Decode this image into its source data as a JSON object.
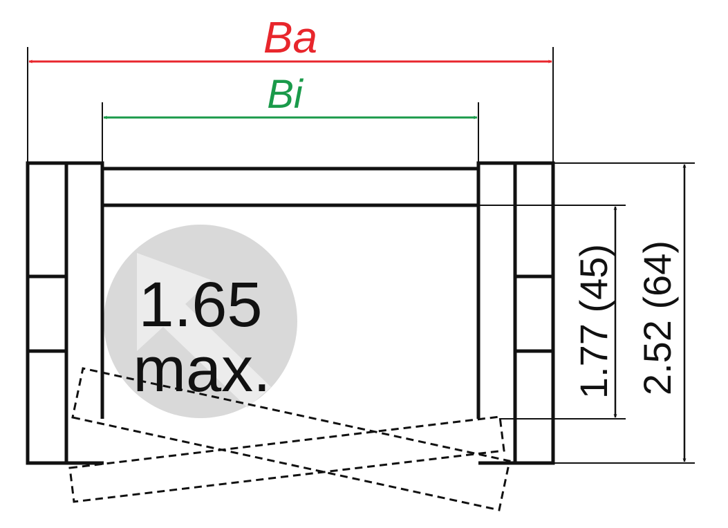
{
  "labels": {
    "outer_width": "Ba",
    "inner_width": "Bi",
    "bend_value": "1.65",
    "bend_suffix": "max.",
    "inner_height": "1.77 (45)",
    "outer_height": "2.52 (64)"
  },
  "colors": {
    "outer_width": "#e8262c",
    "inner_width": "#1a9a4a",
    "lines": "#111111",
    "badge_circle": "#d9d9d9",
    "badge_arrow": "#ececec"
  },
  "icons": {
    "badge_arrow": "arrow-up-left-icon"
  }
}
